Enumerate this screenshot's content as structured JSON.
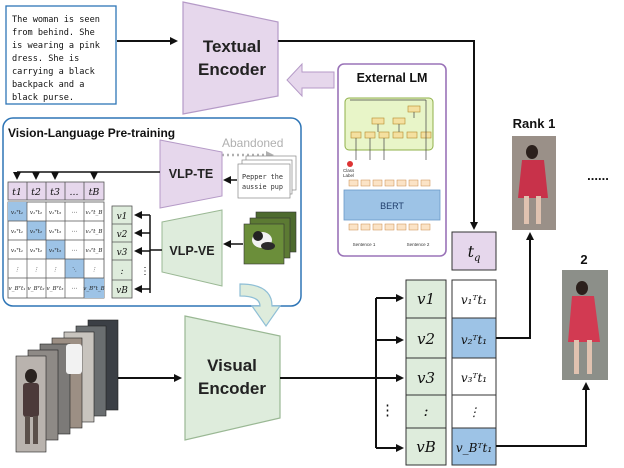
{
  "query_text": [
    "The woman is seen",
    "from behind. She",
    "is wearing a pink",
    "dress. She is",
    "carrying a black",
    "backpack and a",
    "black purse."
  ],
  "textual_encoder": [
    "Textual",
    "Encoder"
  ],
  "visual_encoder": [
    "Visual",
    "Encoder"
  ],
  "external_lm": {
    "title": "External LM",
    "bert": "BERT",
    "class_label": [
      "Class",
      "Label"
    ],
    "sentence_1": "Sentence 1",
    "sentence_2": "Sentence 2"
  },
  "vlp": {
    "title": "Vision-Language Pre-training",
    "abandoned": "Abandoned",
    "te": "VLP-TE",
    "ve": "VLP-VE",
    "caption": [
      "Pepper the",
      "aussie pup"
    ],
    "t_header": [
      "t1",
      "t2",
      "t3",
      "...",
      "tB"
    ],
    "v_labels": [
      "v1",
      "v2",
      "v3",
      ":",
      "vB"
    ]
  },
  "tq_label": "t_q",
  "v_column": [
    "v1",
    "v2",
    "v3",
    ":",
    "vB"
  ],
  "s_column": [
    "v1T t1",
    "v2T t1",
    "v3T t1",
    ":",
    "vBT t1"
  ],
  "rank1_label": "Rank 1",
  "rank2_label": "2",
  "ellipsis": "......",
  "colors": {
    "encoder_text": "#e6d7ec",
    "encoder_visual": "#deecdc",
    "vlp_border": "#2e75b6",
    "highlight": "#9dc3e6",
    "lm_border": "#9a73b8"
  }
}
